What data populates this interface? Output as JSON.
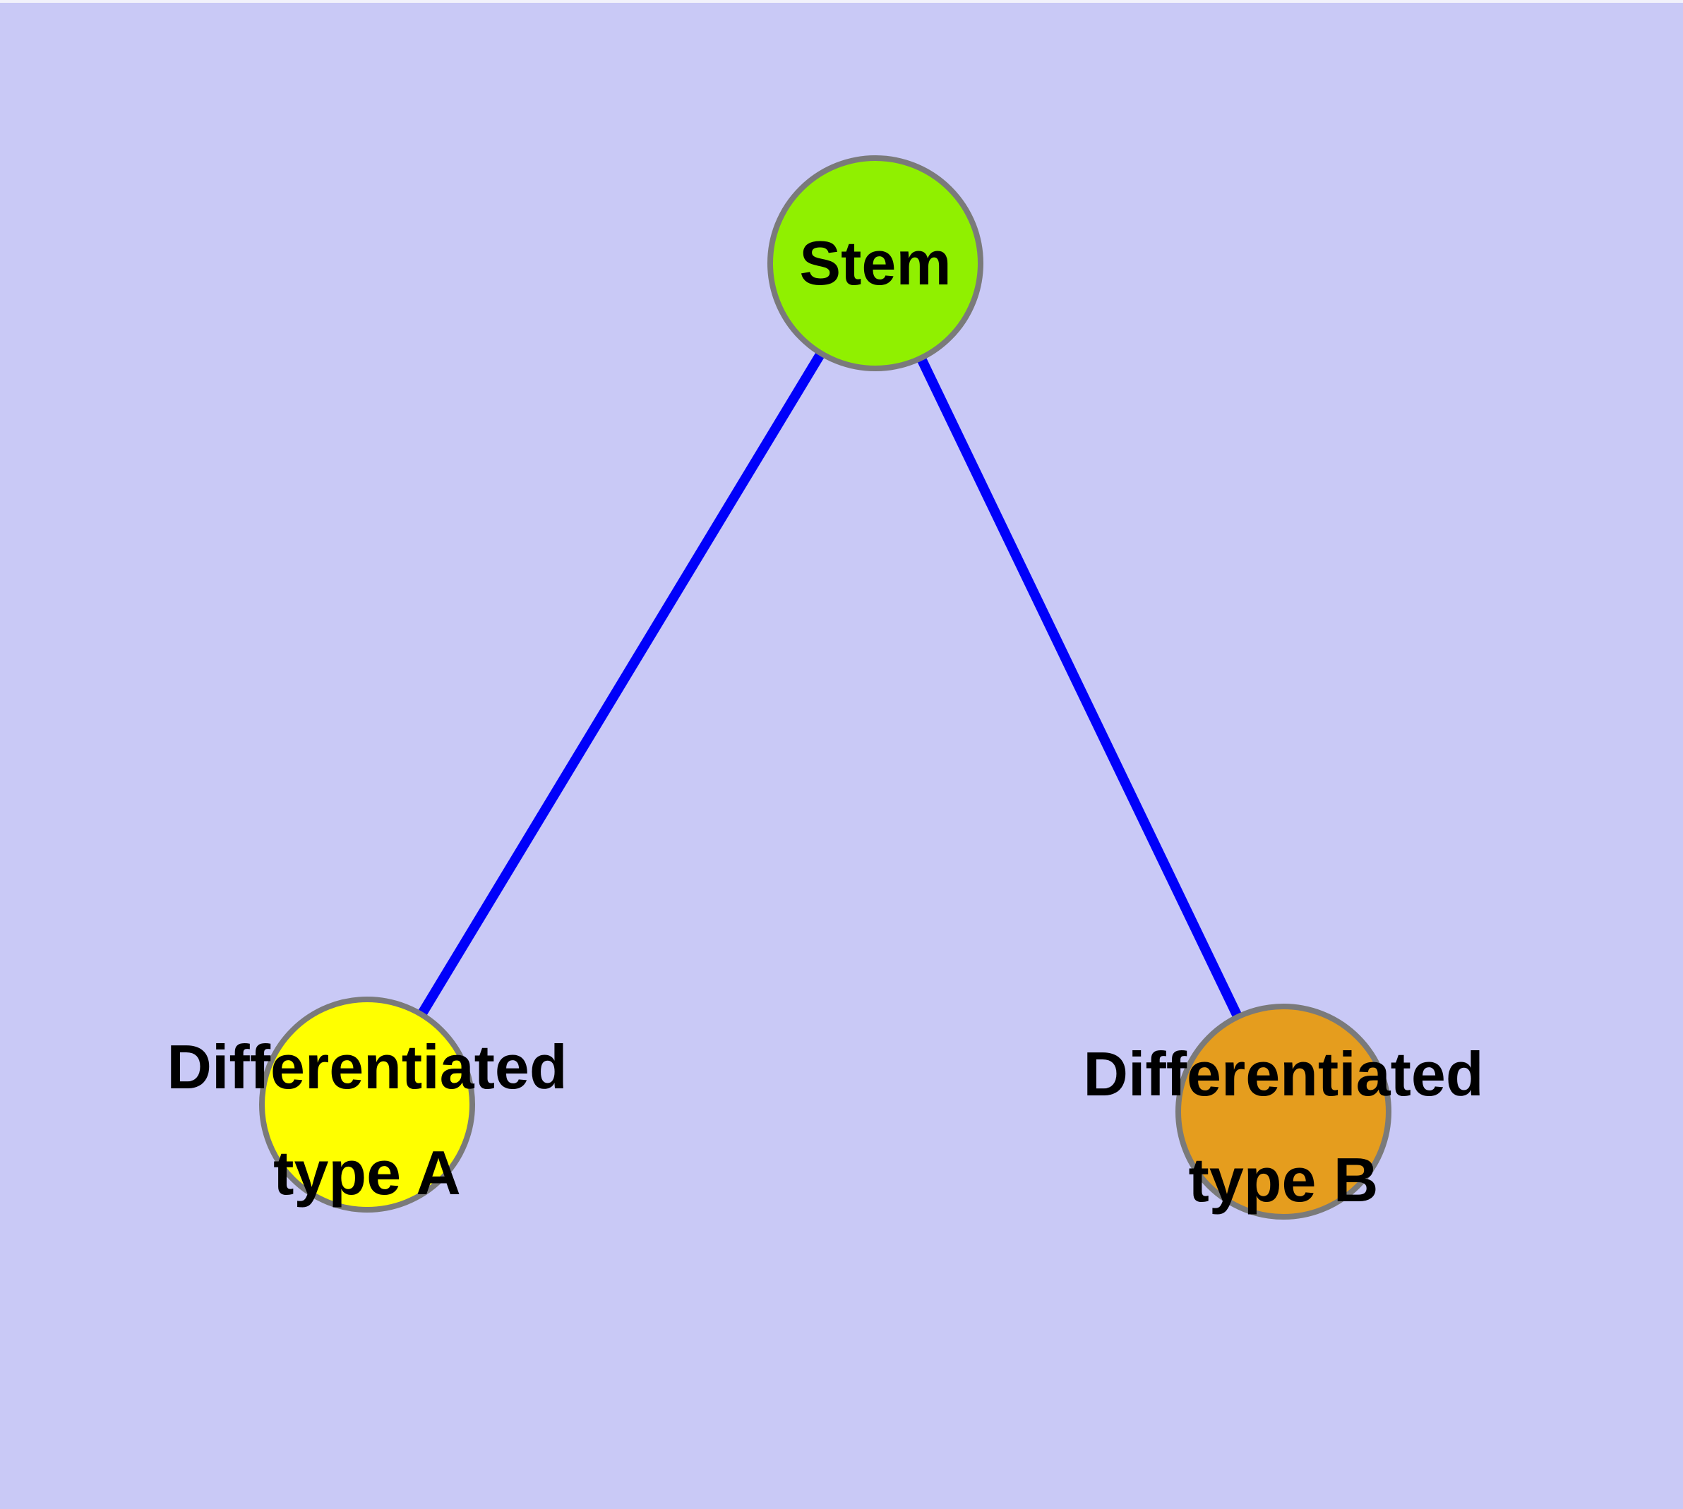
{
  "canvas": {
    "background_color": "#c9c9f6",
    "top_strip_color": "#f2f2fb"
  },
  "graph": {
    "nodes": [
      {
        "id": "stem",
        "label_lines": [
          "Stem"
        ],
        "fill": "#90f000",
        "border_color": "#7a7a7a"
      },
      {
        "id": "differentiated-type-a",
        "label_lines": [
          "Differentiated",
          "type A"
        ],
        "fill": "#ffff00",
        "border_color": "#7a7a7a"
      },
      {
        "id": "differentiated-type-b",
        "label_lines": [
          "Differentiated",
          "type B"
        ],
        "fill": "#e59d1e",
        "border_color": "#7a7a7a"
      }
    ],
    "edges": [
      {
        "from": "stem",
        "to": "differentiated-type-a",
        "color": "#0000fa"
      },
      {
        "from": "stem",
        "to": "differentiated-type-b",
        "color": "#0000fa"
      }
    ],
    "label_color": "#000000"
  }
}
